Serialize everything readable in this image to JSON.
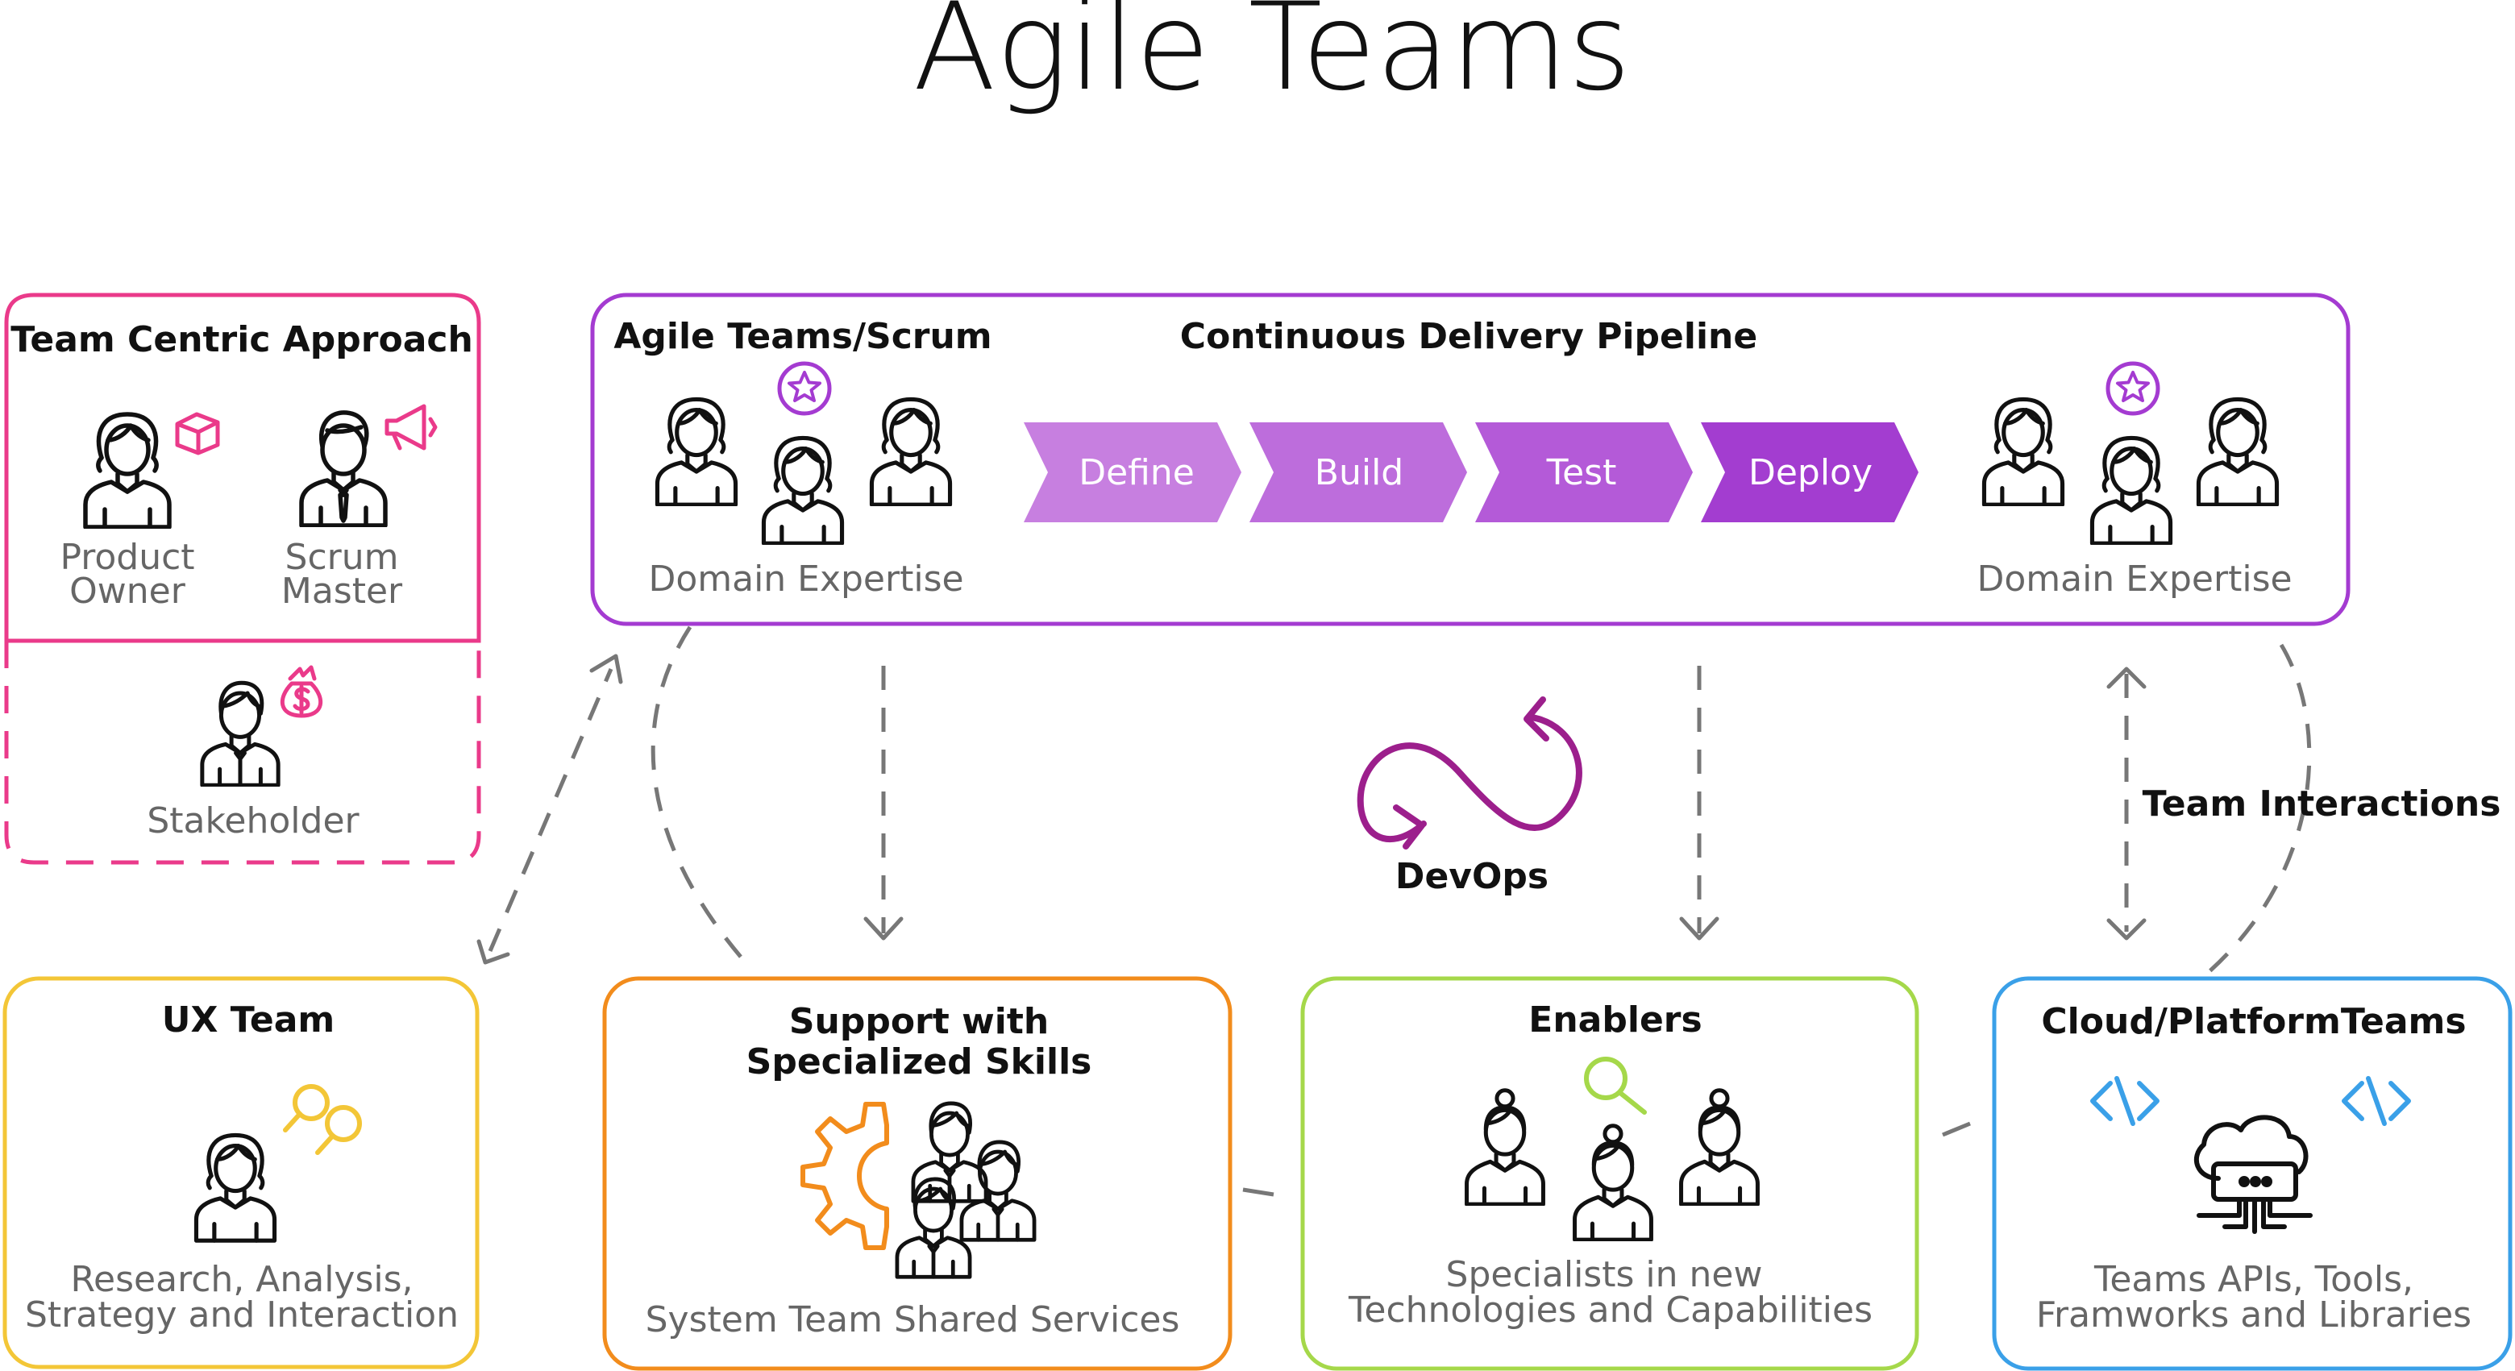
{
  "title": "Agile Teams",
  "colors": {
    "pink": "#ea3a8a",
    "purple": "#a43bd1",
    "yellow": "#f3c637",
    "orange": "#f28c1c",
    "green": "#a5d84a",
    "blue": "#3aa0e8",
    "devops": "#9c1f8c",
    "step1": "#c77fe0",
    "step2": "#bd6ddc",
    "step3": "#b45ad8",
    "step4": "#a33dd0"
  },
  "team_centric": {
    "heading": "Team Centric Approach",
    "product_owner": [
      "Product",
      "Owner"
    ],
    "scrum_master": [
      "Scrum",
      "Master"
    ],
    "stakeholder": "Stakeholder",
    "icons": [
      "box-icon",
      "megaphone-icon",
      "money-bag-icon"
    ]
  },
  "agile_scrum": {
    "heading": "Agile Teams/Scrum",
    "pipeline_heading": "Continuous Delivery Pipeline",
    "domain_left": "Domain Expertise",
    "domain_right": "Domain Expertise",
    "steps": [
      "Define",
      "Build",
      "Test",
      "Deploy"
    ]
  },
  "devops": {
    "label": "DevOps"
  },
  "team_interactions": "Team Interactions",
  "ux_team": {
    "heading": "UX Team",
    "desc": [
      "Research, Analysis,",
      "Strategy and Interaction"
    ]
  },
  "support": {
    "heading": [
      "Support with",
      "Specialized Skills"
    ],
    "desc": "System Team Shared Services"
  },
  "enablers": {
    "heading": "Enablers",
    "desc": [
      "Specialists in new",
      "Technologies and Capabilities"
    ]
  },
  "cloud": {
    "heading": "Cloud/PlatformTeams",
    "desc": [
      "Teams APIs, Tools,",
      "Framworks and Libraries"
    ]
  }
}
